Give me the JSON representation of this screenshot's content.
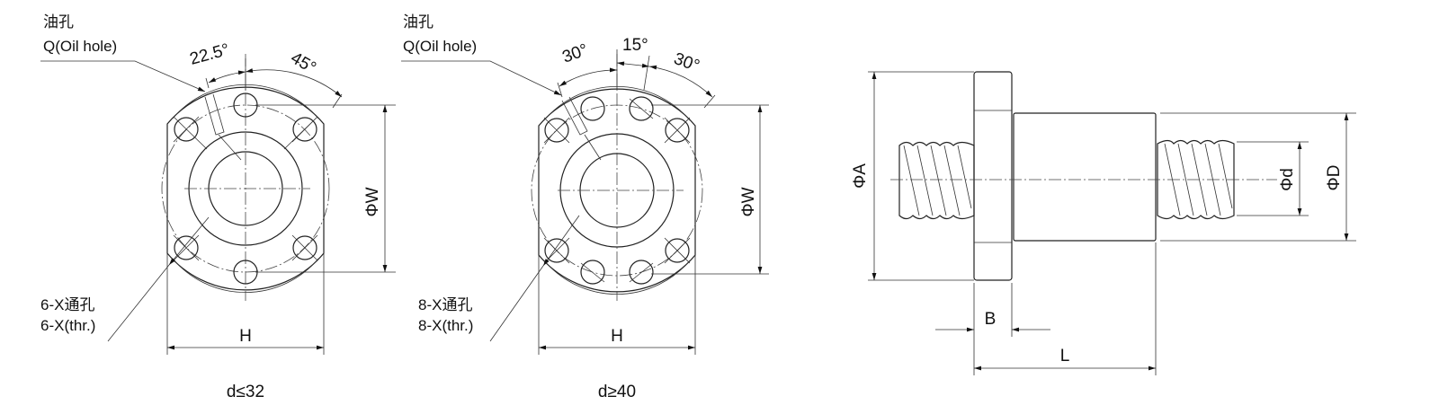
{
  "views": {
    "small_nut": {
      "oil_hole_cn": "油孔",
      "oil_hole_en": "Q(Oil hole)",
      "angle_1": "22.5°",
      "angle_2": "45°",
      "dim_w": "ΦW",
      "holes_cn": "6-X通孔",
      "holes_en": "6-X(thr.)",
      "dim_h": "H",
      "caption": "d≤32"
    },
    "large_nut": {
      "oil_hole_cn": "油孔",
      "oil_hole_en": "Q(Oil hole)",
      "angle_1": "30°",
      "angle_2": "15°",
      "angle_3": "30°",
      "dim_w": "ΦW",
      "holes_cn": "8-X通孔",
      "holes_en": "8-X(thr.)",
      "dim_h": "H",
      "caption": "d≥40"
    },
    "side_view": {
      "dim_a": "ΦA",
      "dim_d_small": "Φd",
      "dim_d_large": "ΦD",
      "dim_b": "B",
      "dim_l": "L"
    }
  }
}
